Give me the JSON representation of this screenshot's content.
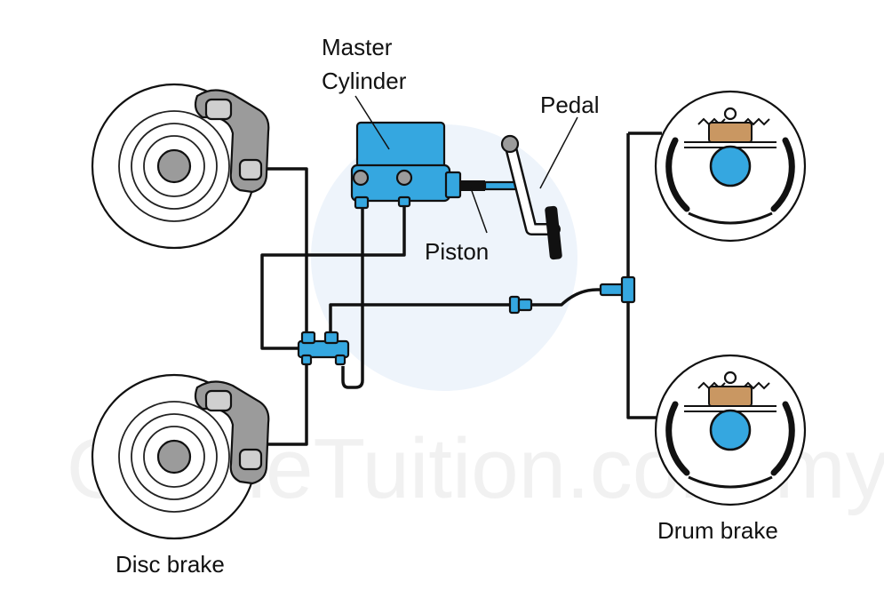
{
  "labels": {
    "master_cylinder_line1": "Master",
    "master_cylinder_line2": "Cylinder",
    "pedal": "Pedal",
    "piston": "Piston",
    "disc_brake": "Disc brake",
    "drum_brake": "Drum brake"
  },
  "watermark": "OnlineTuition.com.my",
  "colors": {
    "hydraulic_blue": "#35a7e0",
    "caliper_grey": "#9b9b9b",
    "pipe_black": "#111111",
    "watermark_grey": "#f1f1f1"
  }
}
